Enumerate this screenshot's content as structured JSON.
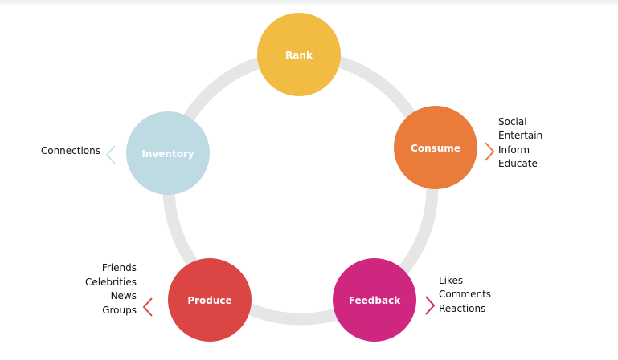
{
  "diagram": {
    "type": "cycle",
    "ring_color": "#e6e6e6",
    "nodes": [
      {
        "id": "rank",
        "label": "Rank",
        "color": "#f2bb41",
        "items": [],
        "side": "none"
      },
      {
        "id": "consume",
        "label": "Consume",
        "color": "#ea7c3b",
        "items": [
          "Social",
          "Entertain",
          "Inform",
          "Educate"
        ],
        "side": "right"
      },
      {
        "id": "feedback",
        "label": "Feedback",
        "color": "#cf2680",
        "items": [
          "Likes",
          "Comments",
          "Reactions"
        ],
        "side": "right"
      },
      {
        "id": "produce",
        "label": "Produce",
        "color": "#db4644",
        "items": [
          "Friends",
          "Celebrities",
          "News",
          "Groups"
        ],
        "side": "left"
      },
      {
        "id": "inventory",
        "label": "Inventory",
        "color": "#bedbe4",
        "items": [
          "Connections"
        ],
        "side": "left"
      }
    ]
  }
}
